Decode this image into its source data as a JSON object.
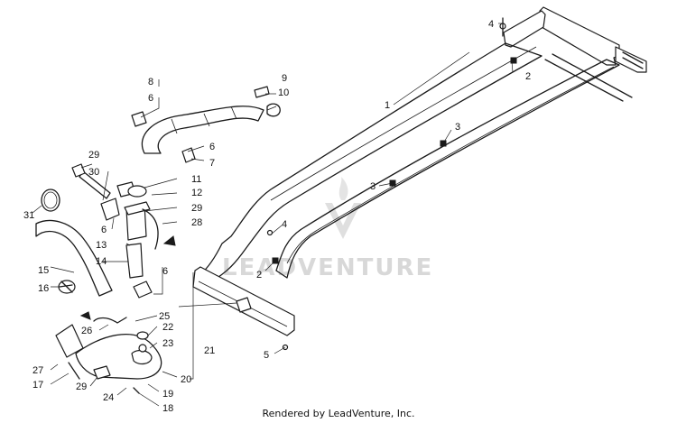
{
  "watermark": {
    "brand_text": "LEADVENTURE"
  },
  "footer": {
    "credit": "Rendered by LeadVenture, Inc."
  },
  "callouts": [
    {
      "label": "1"
    },
    {
      "label": "2"
    },
    {
      "label": "2"
    },
    {
      "label": "3"
    },
    {
      "label": "3"
    },
    {
      "label": "4"
    },
    {
      "label": "4"
    },
    {
      "label": "5"
    },
    {
      "label": "6"
    },
    {
      "label": "6"
    },
    {
      "label": "6"
    },
    {
      "label": "6"
    },
    {
      "label": "7"
    },
    {
      "label": "8"
    },
    {
      "label": "9"
    },
    {
      "label": "10"
    },
    {
      "label": "11"
    },
    {
      "label": "12"
    },
    {
      "label": "13"
    },
    {
      "label": "14"
    },
    {
      "label": "15"
    },
    {
      "label": "16"
    },
    {
      "label": "17"
    },
    {
      "label": "18"
    },
    {
      "label": "19"
    },
    {
      "label": "20"
    },
    {
      "label": "21"
    },
    {
      "label": "22"
    },
    {
      "label": "23"
    },
    {
      "label": "24"
    },
    {
      "label": "25"
    },
    {
      "label": "26"
    },
    {
      "label": "27"
    },
    {
      "label": "28"
    },
    {
      "label": "29"
    },
    {
      "label": "29"
    },
    {
      "label": "29"
    },
    {
      "label": "30"
    },
    {
      "label": "31"
    }
  ]
}
